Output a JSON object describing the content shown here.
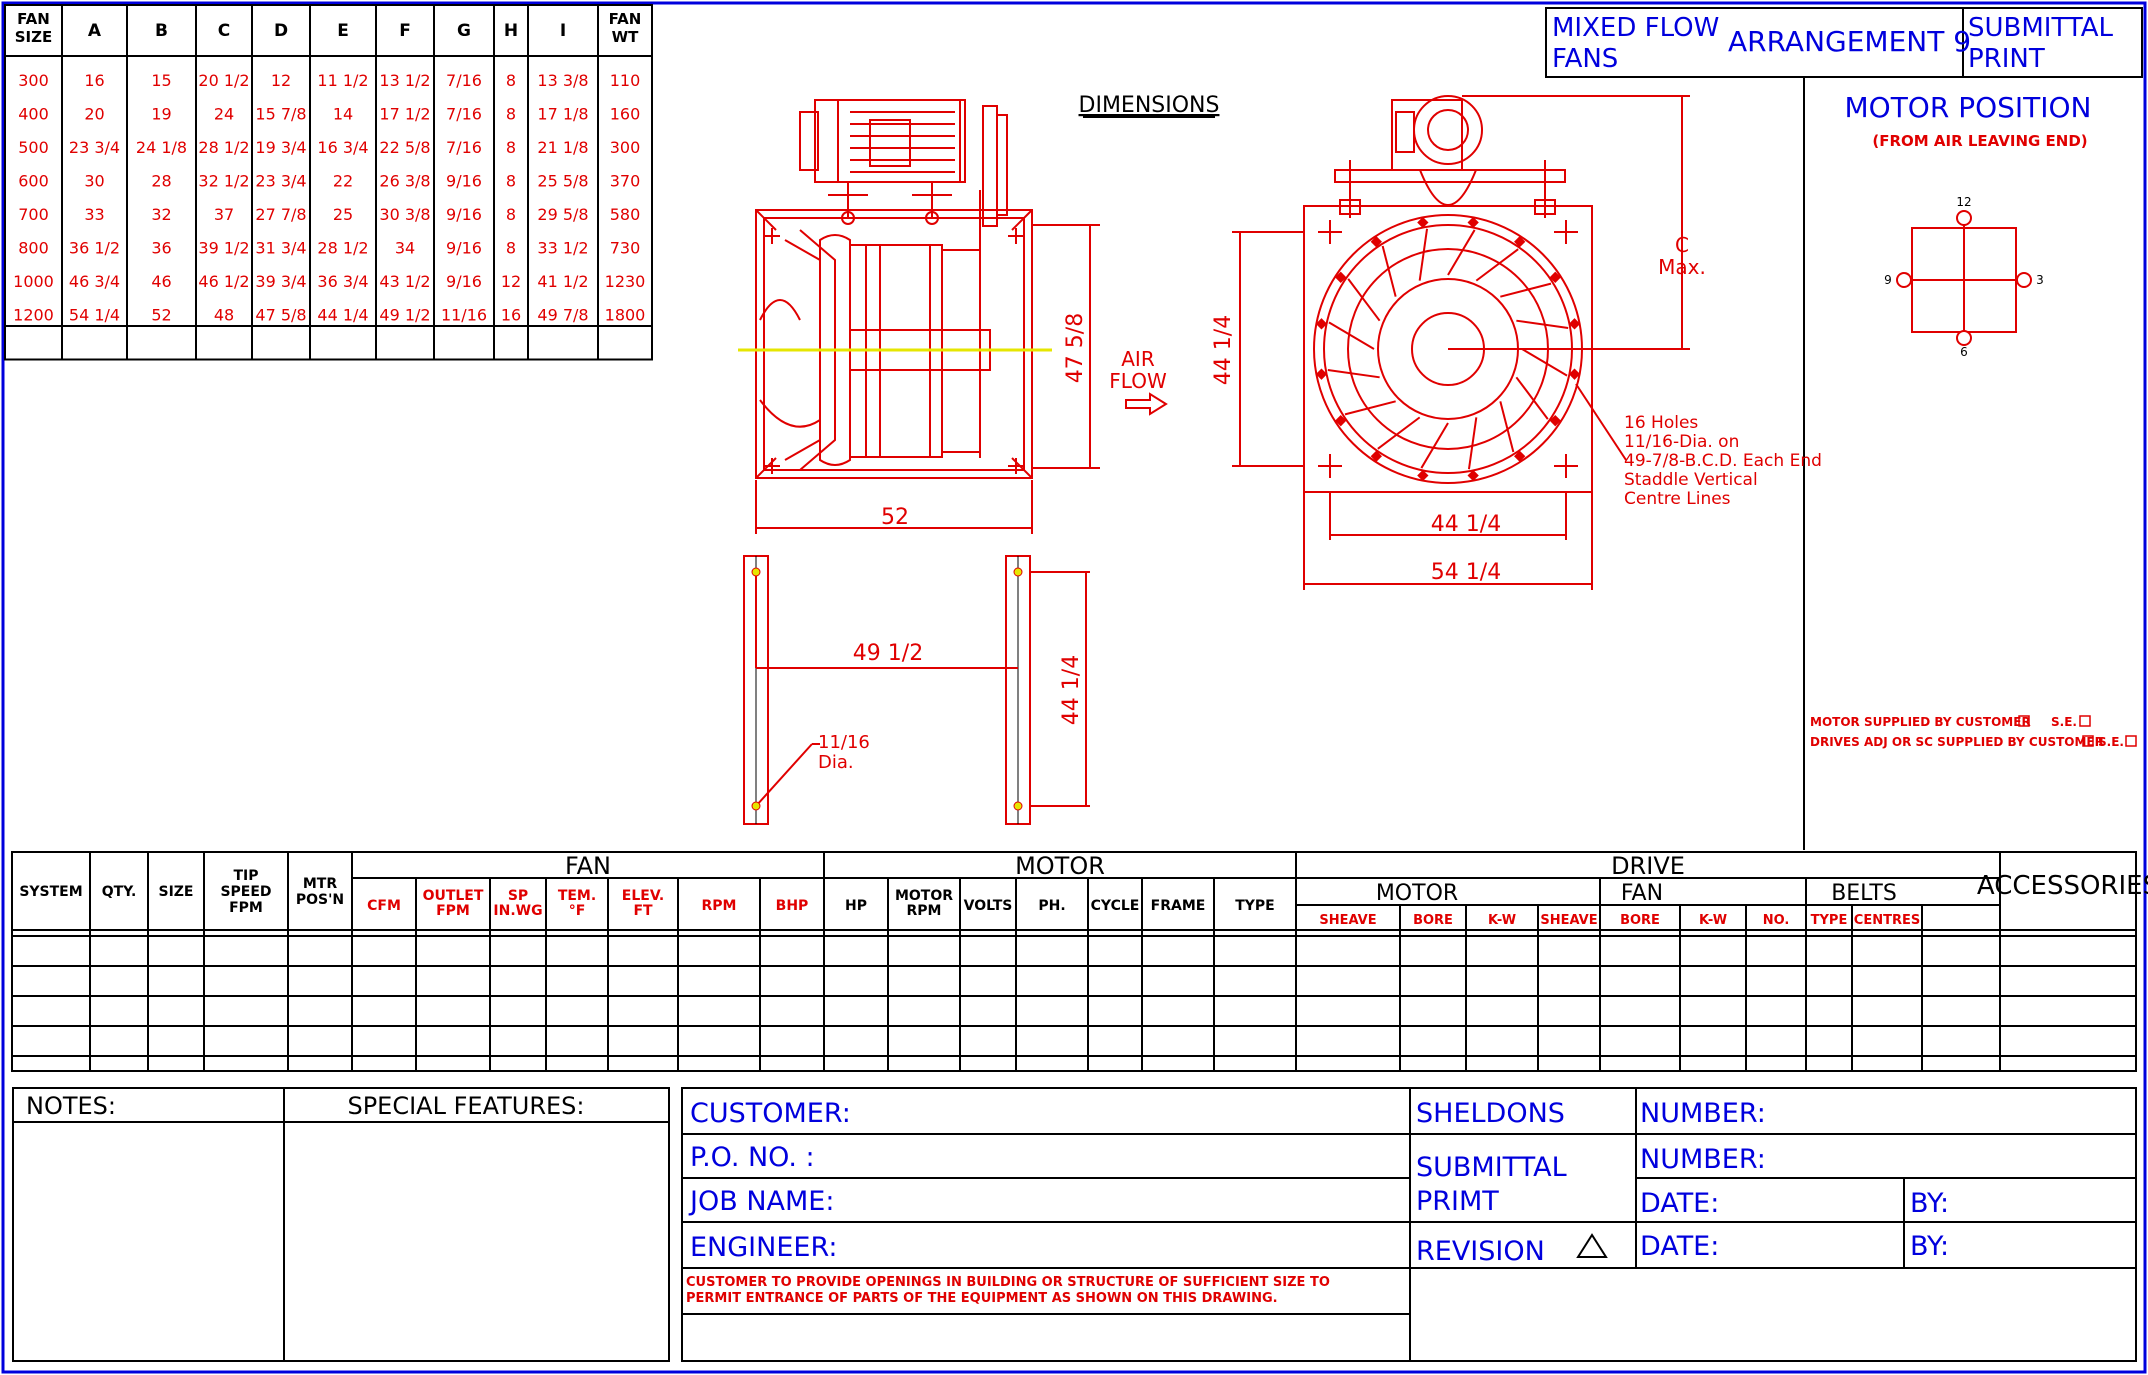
{
  "dimension_table": {
    "headers": [
      "FAN SIZE",
      "A",
      "B",
      "C",
      "D",
      "E",
      "F",
      "G",
      "H",
      "I",
      "FAN WT"
    ],
    "rows": [
      [
        "300",
        "16",
        "15",
        "20 1/2",
        "12",
        "11 1/2",
        "13 1/2",
        "7/16",
        "8",
        "13 3/8",
        "110"
      ],
      [
        "400",
        "20",
        "19",
        "24",
        "15 7/8",
        "14",
        "17 1/2",
        "7/16",
        "8",
        "17 1/8",
        "160"
      ],
      [
        "500",
        "23 3/4",
        "24 1/8",
        "28 1/2",
        "19 3/4",
        "16 3/4",
        "22 5/8",
        "7/16",
        "8",
        "21 1/8",
        "300"
      ],
      [
        "600",
        "30",
        "28",
        "32 1/2",
        "23 3/4",
        "22",
        "26 3/8",
        "9/16",
        "8",
        "25 5/8",
        "370"
      ],
      [
        "700",
        "33",
        "32",
        "37",
        "27 7/8",
        "25",
        "30 3/8",
        "9/16",
        "8",
        "29 5/8",
        "580"
      ],
      [
        "800",
        "36 1/2",
        "36",
        "39 1/2",
        "31 3/4",
        "28 1/2",
        "34",
        "9/16",
        "8",
        "33 1/2",
        "730"
      ],
      [
        "1000",
        "46 3/4",
        "46",
        "46 1/2",
        "39 3/4",
        "36 3/4",
        "43 1/2",
        "9/16",
        "12",
        "41 1/2",
        "1230"
      ],
      [
        "1200",
        "54 1/4",
        "52",
        "48",
        "47 5/8",
        "44 1/4",
        "49 1/2",
        "11/16",
        "16",
        "49 7/8",
        "1800"
      ]
    ]
  },
  "title_block": {
    "product": "MIXED FLOW FANS",
    "arrangement": "ARRANGEMENT 9",
    "print_type": "SUBMITTAL PRINT"
  },
  "drawing": {
    "heading": "DIMENSIONS",
    "side_height": "47 5/8",
    "side_width": "52",
    "airflow": "AIR FLOW",
    "base_span": "49 1/2",
    "base_height": "44 1/4",
    "base_hole": "11/16 Dia.",
    "end_height": "44 1/4",
    "end_c": "C Max.",
    "end_inner_width": "44 1/4",
    "end_outer_width": "54 1/4",
    "holes_note": [
      "16 Holes",
      "11/16-Dia. on",
      "49-7/8-B.C.D. Each End",
      "Staddle Vertical",
      "Centre Lines"
    ]
  },
  "motor_position": {
    "title": "MOTOR POSITION",
    "subtitle": "(FROM AIR LEAVING END)",
    "pos_top": "12",
    "pos_left": "9",
    "pos_right": "3",
    "pos_bottom": "6",
    "supplied_note": "MOTOR SUPPLIED BY CUSTOMER",
    "drives_note": "DRIVES ADJ OR SC SUPPLIED BY CUSTOMER",
    "se": "S.E."
  },
  "spec_table": {
    "general": [
      [
        "SYSTEM"
      ],
      [
        "QTY."
      ],
      [
        "SIZE"
      ],
      [
        "TIP",
        "SPEED",
        "FPM"
      ],
      [
        "MTR",
        "POS'N"
      ]
    ],
    "fan_group": "FAN",
    "fan_cols": [
      [
        "CFM"
      ],
      [
        "OUTLET",
        "FPM"
      ],
      [
        "SP",
        "IN.WG"
      ],
      [
        "TEM.",
        "°F"
      ],
      [
        "ELEV.",
        "FT"
      ],
      [
        "RPM"
      ],
      [
        "BHP"
      ]
    ],
    "motor_group": "MOTOR",
    "motor_cols": [
      [
        "HP"
      ],
      [
        "MOTOR",
        "RPM"
      ],
      [
        "VOLTS"
      ],
      [
        "PH."
      ],
      [
        "CYCLE"
      ],
      [
        "FRAME"
      ],
      [
        "TYPE"
      ]
    ],
    "drive_group": "DRIVE",
    "drive_motor": "MOTOR",
    "drive_fan": "FAN",
    "drive_belts": "BELTS",
    "drive_cols": [
      "SHEAVE",
      "BORE",
      "K-W",
      "SHEAVE",
      "BORE",
      "K-W",
      "NO.",
      "TYPE",
      "CENTRES"
    ],
    "accessories": "ACCESSORIES"
  },
  "footer": {
    "notes": "NOTES:",
    "special": "SPECIAL FEATURES:",
    "customer": "CUSTOMER:",
    "po": "P.O. NO. :",
    "job": "JOB NAME:",
    "engineer": "ENGINEER:",
    "disclaimer": [
      "CUSTOMER TO PROVIDE OPENINGS IN BUILDING OR STRUCTURE OF SUFFICIENT SIZE TO",
      "PERMIT ENTRANCE OF PARTS OF THE EQUIPMENT AS SHOWN ON THIS DRAWING."
    ],
    "sheldons": "SHELDONS",
    "number1": "NUMBER:",
    "submittal": "SUBMITTAL",
    "primt": "PRIMT",
    "number2": "NUMBER:",
    "date1": "DATE:",
    "by1": "BY:",
    "revision": "REVISION",
    "date2": "DATE:",
    "by2": "BY:"
  }
}
